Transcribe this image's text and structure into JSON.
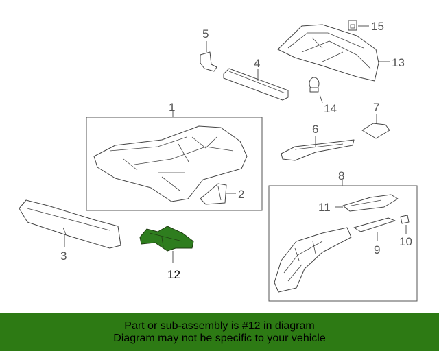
{
  "callouts": {
    "n1": "1",
    "n2": "2",
    "n3": "3",
    "n4": "4",
    "n5": "5",
    "n6": "6",
    "n7": "7",
    "n8": "8",
    "n9": "9",
    "n10": "10",
    "n11": "11",
    "n12": "12",
    "n13": "13",
    "n14": "14",
    "n15": "15"
  },
  "highlight_part": "12",
  "colors": {
    "highlight": "#2e7d1e",
    "banner": "#2d7a14"
  },
  "banner": {
    "line1": "Part or sub-assembly is #12 in diagram",
    "line2": "Diagram may not be specific to your vehicle"
  }
}
